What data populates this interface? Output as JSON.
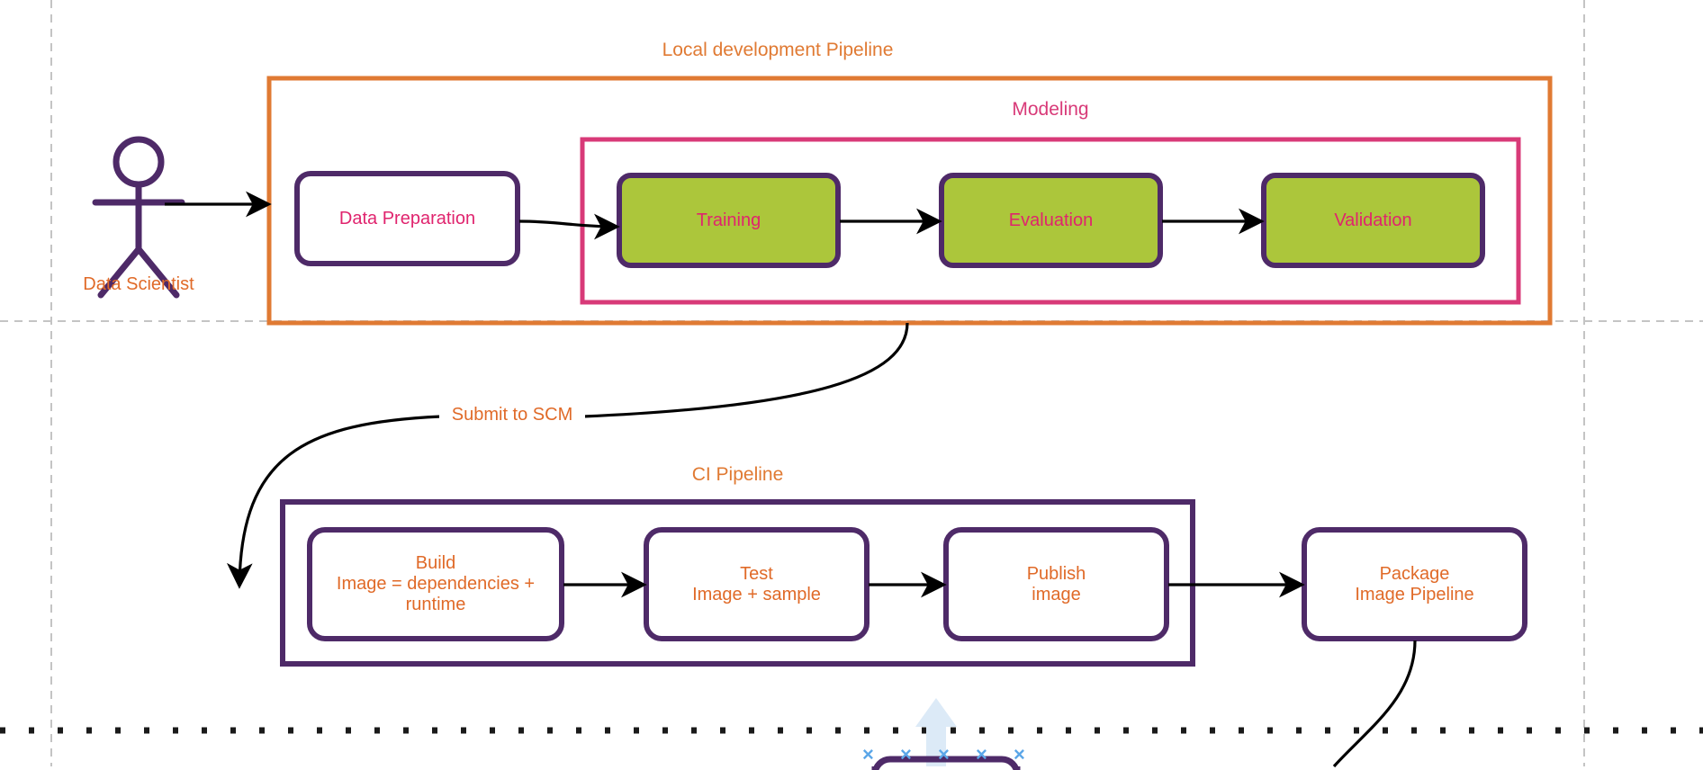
{
  "canvas": {
    "type": "diagram-editor-canvas",
    "background": "#ffffff",
    "page_guide_color": "#c0c0c0",
    "layer_divider_color": "#1a1a1a"
  },
  "palette": {
    "orange": "#E07A33",
    "orange_text": "#E06A28",
    "pink": "#D83A78",
    "pink_text": "#E0246E",
    "purple": "#4E2A68",
    "green_fill": "#ACC63B",
    "white_fill": "#FFFFFF",
    "arrow_black": "#000000",
    "handle_blue": "#5BA6E8",
    "drop_arrow_blue": "#DCEAF7"
  },
  "actor": {
    "name": "Data Scientist",
    "label": "Data Scientist",
    "stroke": "#4E2A68",
    "label_color": "#E06A28"
  },
  "containers": [
    {
      "id": "local-dev-pipeline",
      "title": "Local development Pipeline",
      "title_color": "#E07A33",
      "border_color": "#E07A33"
    },
    {
      "id": "modeling",
      "title": "Modeling",
      "title_color": "#D83A78",
      "border_color": "#D83A78"
    },
    {
      "id": "ci-pipeline",
      "title": "CI Pipeline",
      "title_color": "#E07A33",
      "border_color": "#4E2A68"
    }
  ],
  "nodes": [
    {
      "id": "data-preparation",
      "label": "Data Preparation",
      "fill": "#FFFFFF",
      "stroke": "#4E2A68",
      "text_color": "#E0246E"
    },
    {
      "id": "training",
      "label": "Training",
      "fill": "#ACC63B",
      "stroke": "#4E2A68",
      "text_color": "#E0246E"
    },
    {
      "id": "evaluation",
      "label": "Evaluation",
      "fill": "#ACC63B",
      "stroke": "#4E2A68",
      "text_color": "#E0246E"
    },
    {
      "id": "validation",
      "label": "Validation",
      "fill": "#ACC63B",
      "stroke": "#4E2A68",
      "text_color": "#E0246E"
    },
    {
      "id": "build",
      "label": "Build\nImage = dependencies +\nruntime",
      "fill": "#FFFFFF",
      "stroke": "#4E2A68",
      "text_color": "#E06A28"
    },
    {
      "id": "test",
      "label": "Test\nImage + sample",
      "fill": "#FFFFFF",
      "stroke": "#4E2A68",
      "text_color": "#E06A28"
    },
    {
      "id": "publish",
      "label": "Publish\nimage",
      "fill": "#FFFFFF",
      "stroke": "#4E2A68",
      "text_color": "#E06A28"
    },
    {
      "id": "package",
      "label": "Package\nImage Pipeline",
      "fill": "#FFFFFF",
      "stroke": "#4E2A68",
      "text_color": "#E06A28"
    }
  ],
  "edges": [
    {
      "id": "actor-to-pipeline",
      "label": ""
    },
    {
      "id": "dataprep-to-training",
      "label": ""
    },
    {
      "id": "training-to-evaluation",
      "label": ""
    },
    {
      "id": "evaluation-to-validation",
      "label": ""
    },
    {
      "id": "pipeline-to-build",
      "label": "Submit to SCM",
      "label_color": "#E06A28"
    },
    {
      "id": "build-to-test",
      "label": ""
    },
    {
      "id": "test-to-publish",
      "label": ""
    },
    {
      "id": "publish-to-package",
      "label": ""
    },
    {
      "id": "package-to-below",
      "label": ""
    }
  ],
  "selection": {
    "id": "partial-selected-shape",
    "handle_glyph": "×",
    "handle_color": "#5BA6E8",
    "handle_count": 5,
    "drop_indicator": "up-arrow"
  }
}
